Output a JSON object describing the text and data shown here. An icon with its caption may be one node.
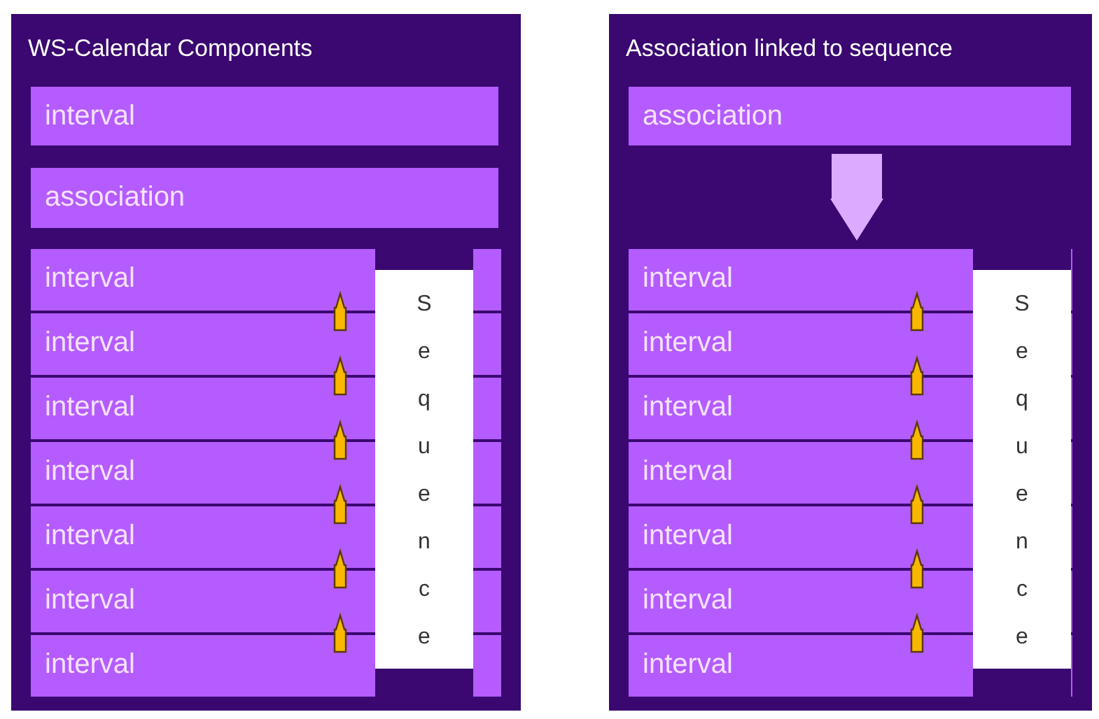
{
  "diagram": {
    "nodes": [
      {
        "text": [
          "WS-Calendar Components"
        ]
      },
      {
        "text": [
          "interval"
        ],
        "in": 0
      },
      {
        "text": [
          "association"
        ],
        "in": 0
      },
      {
        "text": [
          "interval"
        ],
        "in": 0
      },
      {
        "text": [
          "interval"
        ],
        "in": 0
      },
      {
        "text": [
          "interval"
        ],
        "in": 0
      },
      {
        "text": [
          "interval"
        ],
        "in": 0
      },
      {
        "text": [
          "interval"
        ],
        "in": 0
      },
      {
        "text": [
          "interval"
        ],
        "in": 0
      },
      {
        "text": [
          "interval"
        ],
        "in": 0
      },
      {
        "text": [
          "Sequence"
        ],
        "in": 0
      },
      {
        "text": [
          "Association linked to sequence"
        ]
      },
      {
        "text": [
          "association"
        ],
        "in": 11
      },
      {
        "text": [
          "interval"
        ],
        "in": 11
      },
      {
        "text": [
          "interval"
        ],
        "in": 11
      },
      {
        "text": [
          "interval"
        ],
        "in": 11
      },
      {
        "text": [
          "interval"
        ],
        "in": 11
      },
      {
        "text": [
          "interval"
        ],
        "in": 11
      },
      {
        "text": [
          "interval"
        ],
        "in": 11
      },
      {
        "text": [
          "interval"
        ],
        "in": 11
      },
      {
        "text": [
          "Sequence"
        ],
        "in": 11
      }
    ],
    "edges": [
      {
        "from": 4,
        "to": 3,
        "arrow": "to"
      },
      {
        "from": 5,
        "to": 4,
        "arrow": "to"
      },
      {
        "from": 6,
        "to": 5,
        "arrow": "to"
      },
      {
        "from": 7,
        "to": 6,
        "arrow": "to"
      },
      {
        "from": 8,
        "to": 7,
        "arrow": "to"
      },
      {
        "from": 9,
        "to": 8,
        "arrow": "to"
      },
      {
        "from": 12,
        "to": 13,
        "arrow": "to",
        "style": "thick",
        "color": "#dcaaff"
      },
      {
        "from": 14,
        "to": 13,
        "arrow": "to"
      },
      {
        "from": 15,
        "to": 14,
        "arrow": "to"
      },
      {
        "from": 16,
        "to": 15,
        "arrow": "to"
      },
      {
        "from": 17,
        "to": 16,
        "arrow": "to"
      },
      {
        "from": 18,
        "to": 17,
        "arrow": "to"
      },
      {
        "from": 19,
        "to": 18,
        "arrow": "to"
      }
    ]
  }
}
